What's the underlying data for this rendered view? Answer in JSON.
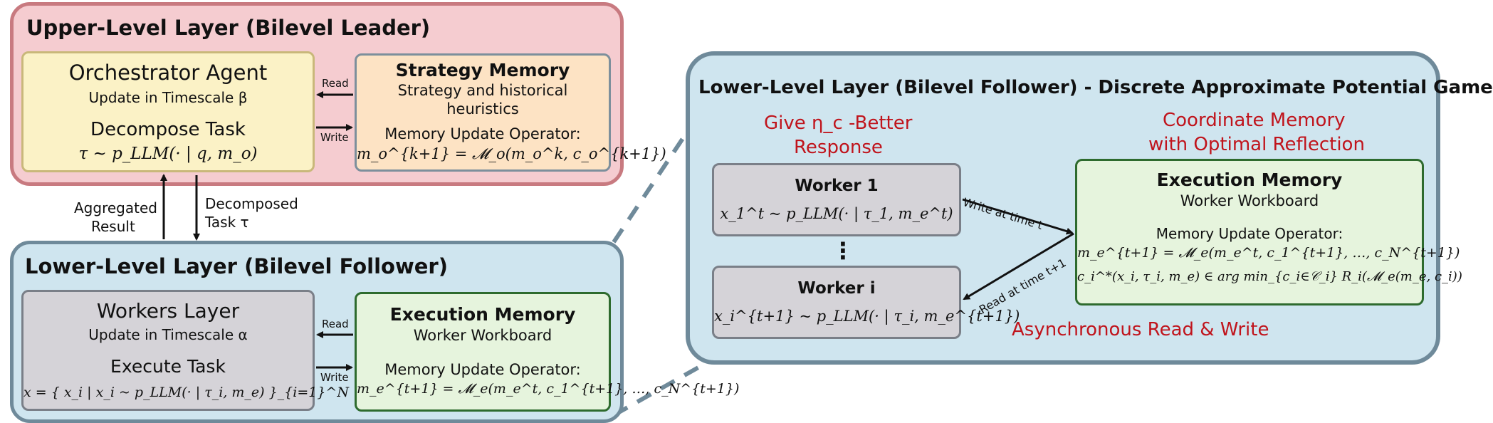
{
  "upper": {
    "title": "Upper-Level Layer (Bilevel Leader)",
    "orchestrator": {
      "title": "Orchestrator Agent",
      "subtitle": "Update in Timescale β",
      "task": "Decompose Task",
      "formula": "τ ~ p_LLM(· | q, m_o)"
    },
    "strategy_memory": {
      "title": "Strategy Memory",
      "line1": "Strategy and historical",
      "line2": "heuristics",
      "op_label": "Memory Update Operator:",
      "formula": "m_o^{k+1} = 𝓜_o(m_o^k, c_o^{k+1})"
    },
    "read_label": "Read",
    "write_label": "Write"
  },
  "between": {
    "aggregated": [
      "Aggregated",
      "Result"
    ],
    "decomposed": [
      "Decomposed",
      "Task τ"
    ]
  },
  "lower": {
    "title": "Lower-Level Layer (Bilevel Follower)",
    "workers": {
      "title": "Workers Layer",
      "subtitle": "Update in Timescale α",
      "task": "Execute Task",
      "formula": "x = { x_i | x_i ~ p_LLM(· | τ_i, m_e) }_{i=1}^N"
    },
    "execution_memory": {
      "title": "Execution Memory",
      "subtitle": "Worker Workboard",
      "op_label": "Memory Update Operator:",
      "formula": "m_e^{t+1} = 𝓜_e(m_e^t, c_1^{t+1}, …, c_N^{t+1})"
    },
    "read_label": "Read",
    "write_label": "Write"
  },
  "zoom": {
    "title": "Lower-Level Layer (Bilevel Follower)  - Discrete Approximate Potential Game",
    "better_response": [
      "Give η_c -Better",
      "Response"
    ],
    "coordinate": [
      "Coordinate Memory",
      "with Optimal Reflection"
    ],
    "worker1": {
      "title": "Worker 1",
      "formula": "x_1^t ~ p_LLM(· | τ_1, m_e^t)"
    },
    "dots": "⋮",
    "workeri": {
      "title": "Worker i",
      "formula": "x_i^{t+1} ~ p_LLM(· | τ_i, m_e^{t+1})"
    },
    "write_label": "Write at time t",
    "read_label": "Read at time t+1",
    "execution_memory": {
      "title": "Execution Memory",
      "subtitle": "Worker Workboard",
      "op_label": "Memory Update Operator:",
      "formula1": "m_e^{t+1} = 𝓜_e(m_e^t, c_1^{t+1}, …, c_N^{t+1})",
      "formula2": "c_i^*(x_i, τ_i, m_e) ∈ arg min_{c_i∈𝒞_i} R_i(𝓜_e(m_e, c_i))"
    },
    "async": "Asynchronous Read & Write"
  },
  "colors": {
    "upper_fill": "#f5ccd0",
    "upper_border": "#c87a80",
    "lower_fill": "#cfe5ef",
    "lower_border": "#6f8a9a",
    "orchestrator_fill": "#fbf2c6",
    "orchestrator_border": "#c9b87a",
    "strategy_fill": "#fde3c4",
    "strategy_border": "#7d8f9c",
    "workers_fill": "#d5d3d8",
    "workers_border": "#7a7f88",
    "exec_fill": "#e6f4dd",
    "exec_border": "#2e6b2e",
    "accent_red": "#c0141c"
  }
}
